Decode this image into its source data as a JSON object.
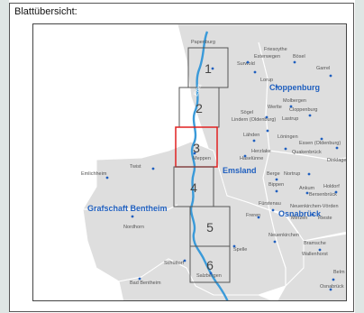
{
  "panel": {
    "title": "Blattübersicht:"
  },
  "colors": {
    "land": "#dedede",
    "land_border": "#ffffff",
    "river": "#3a9ad9",
    "tile_border": "#555555",
    "highlight": "#e02020",
    "region_label": "#1f5fbf",
    "town": "#1f5fbf"
  },
  "tiles": [
    {
      "number": "1",
      "highlighted": false
    },
    {
      "number": "2",
      "highlighted": false
    },
    {
      "number": "3",
      "highlighted": true
    },
    {
      "number": "4",
      "highlighted": false
    },
    {
      "number": "5",
      "highlighted": false
    },
    {
      "number": "6",
      "highlighted": false
    }
  ],
  "river": {
    "name": "Ems"
  },
  "regions": [
    {
      "name": "Cloppenburg"
    },
    {
      "name": "Emsland"
    },
    {
      "name": "Grafschaft Bentheim"
    },
    {
      "name": "Osnabrück"
    }
  ],
  "places": [
    {
      "name": "Papenburg"
    },
    {
      "name": "Friesoythe"
    },
    {
      "name": "Esterwegen"
    },
    {
      "name": "Bösel"
    },
    {
      "name": "Surwold"
    },
    {
      "name": "Garrel"
    },
    {
      "name": "Lorup"
    },
    {
      "name": "Molbergen"
    },
    {
      "name": "Sögel"
    },
    {
      "name": "Werlte"
    },
    {
      "name": "Cloppenburg"
    },
    {
      "name": "Lindern (Oldenburg)"
    },
    {
      "name": "Lastrup"
    },
    {
      "name": "Lähden"
    },
    {
      "name": "Löningen"
    },
    {
      "name": "Essen (Oldenburg)"
    },
    {
      "name": "Herzlake"
    },
    {
      "name": "Quakenbrück"
    },
    {
      "name": "Dinklage"
    },
    {
      "name": "Meppen"
    },
    {
      "name": "Haselünne"
    },
    {
      "name": "Twist"
    },
    {
      "name": "Emlichheim"
    },
    {
      "name": "Berge"
    },
    {
      "name": "Nortrup"
    },
    {
      "name": "Bippen"
    },
    {
      "name": "Holdorf"
    },
    {
      "name": "Ankum"
    },
    {
      "name": "Bersenbrück"
    },
    {
      "name": "Fürstenau"
    },
    {
      "name": "Neuenkirchen-Vörden"
    },
    {
      "name": "Freren"
    },
    {
      "name": "Merzen"
    },
    {
      "name": "Rieste"
    },
    {
      "name": "Nordhorn"
    },
    {
      "name": "Neuenkirchen"
    },
    {
      "name": "Bramsche"
    },
    {
      "name": "Spelle"
    },
    {
      "name": "Schüttorf"
    },
    {
      "name": "Wallenhorst"
    },
    {
      "name": "Salzbergen"
    },
    {
      "name": "Bad Bentheim"
    },
    {
      "name": "Belm"
    },
    {
      "name": "Osnabrück"
    }
  ]
}
